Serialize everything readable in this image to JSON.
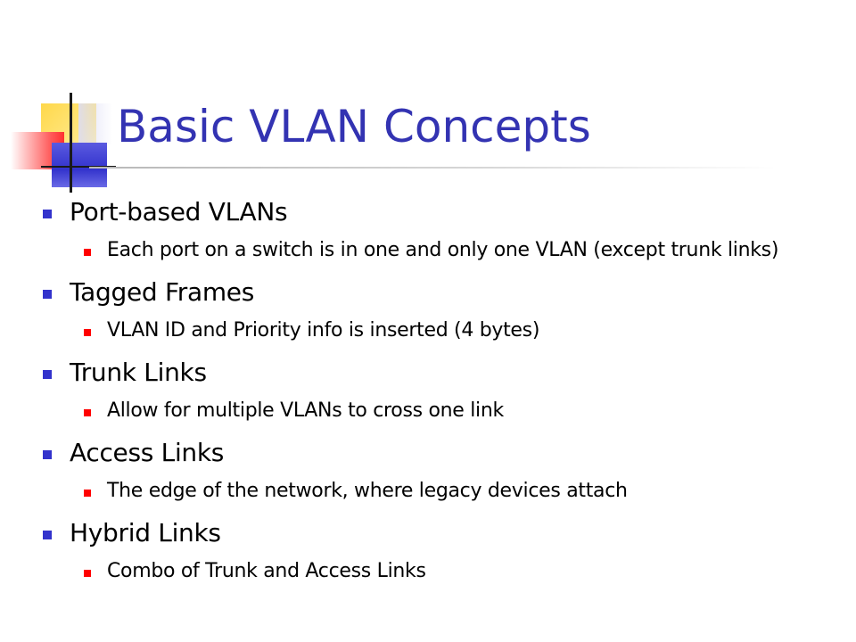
{
  "slide": {
    "title": "Basic VLAN Concepts",
    "accent_color": "#3333b2",
    "level1_bullet_color": "#3333cc",
    "level2_bullet_color": "#ff0000",
    "items": [
      {
        "label": "Port-based VLANs",
        "sub": "Each port on a switch is in one and only one VLAN (except trunk links)"
      },
      {
        "label": "Tagged Frames",
        "sub": "VLAN ID and Priority info is inserted (4 bytes)"
      },
      {
        "label": "Trunk Links",
        "sub": "Allow for multiple VLANs to cross one link"
      },
      {
        "label": "Access Links",
        "sub": "The edge of the network, where legacy devices attach"
      },
      {
        "label": "Hybrid Links",
        "sub": "Combo of Trunk and Access Links"
      }
    ]
  }
}
